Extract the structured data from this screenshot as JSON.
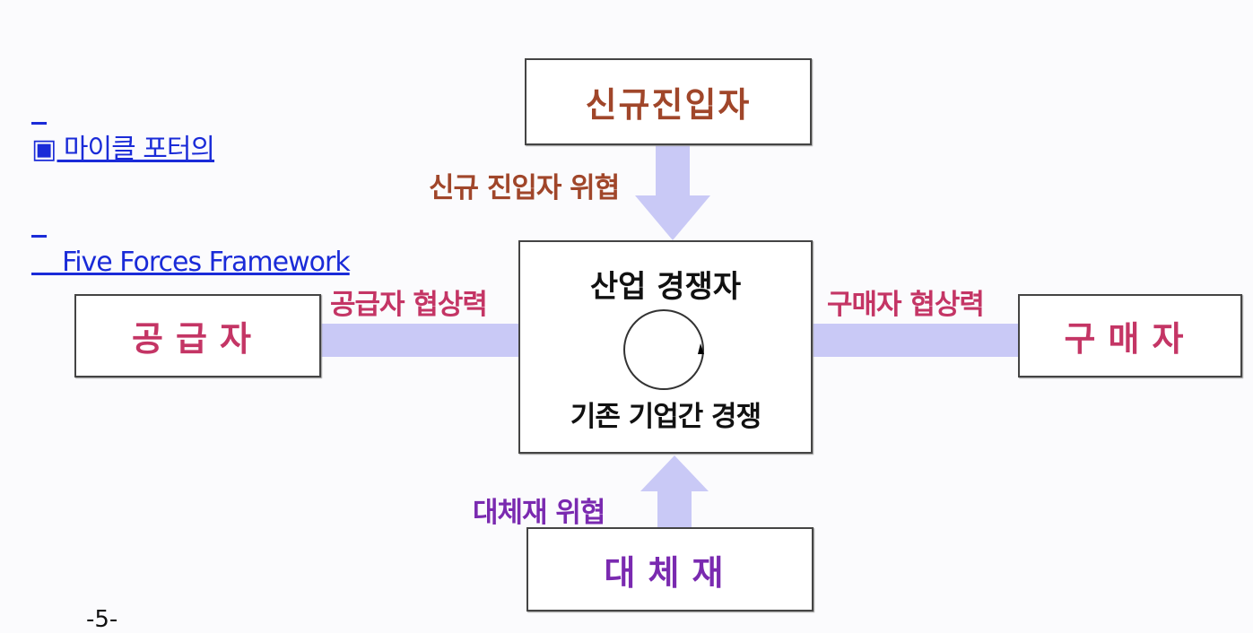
{
  "header": {
    "line1": "▣ 마이클 포터의",
    "line2": "    Five Forces Framework"
  },
  "boxes": {
    "new_entrants": "신규진입자",
    "industry_title": "산업 경쟁자",
    "industry_sub": "기존 기업간 경쟁",
    "suppliers": "공급자",
    "buyers": "구매자",
    "substitutes": "대체재"
  },
  "forces": {
    "threat_new_entrants": "신규 진입자 위협",
    "supplier_power": "공급자 협상력",
    "buyer_power": "구매자 협상력",
    "threat_substitutes": "대체재 위협"
  },
  "page_number": "-5-",
  "colors": {
    "title": "#1a2bd8",
    "entrants": "#a0462a",
    "power": "#c43565",
    "substitutes": "#7a2ab0",
    "arrow": "#c9c9f6"
  }
}
